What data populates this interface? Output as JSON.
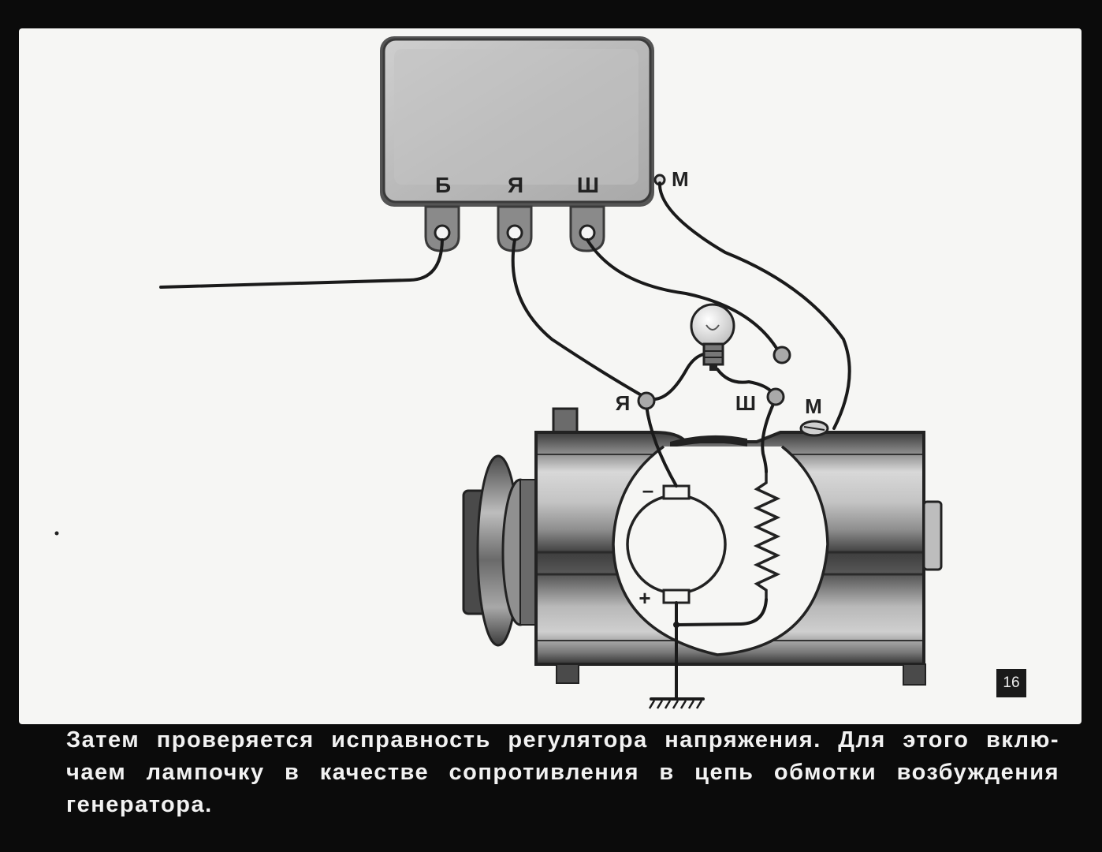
{
  "regulator": {
    "terminals": {
      "b": "Б",
      "ya": "Я",
      "sh": "Ш",
      "m": "М"
    }
  },
  "generator": {
    "terminals": {
      "ya": "Я",
      "sh": "Ш",
      "m": "М"
    },
    "polarity": {
      "minus": "–",
      "plus": "+"
    }
  },
  "page_number": "16",
  "caption": {
    "line1": "Затем проверяется исправность регулятора  напряжения. Для этого вклю-",
    "line2": "чаем лампочку в  качестве  сопротивления в цепь  обмотки возбуждения",
    "line3": "генератора."
  }
}
